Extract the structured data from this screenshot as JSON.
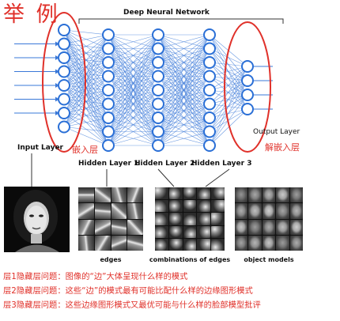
{
  "title": "举 例",
  "network": {
    "title": "Deep Neural Network",
    "input_label": "Input Layer",
    "output_label": "Output Layer",
    "hidden_labels": [
      "Hidden Layer 1",
      "Hidden Layer 2",
      "Hidden Layer 3"
    ],
    "embed_label": "嵌入层",
    "unembed_label": "解嵌入层"
  },
  "captions": {
    "edges": "edges",
    "combinations": "combinations of edges",
    "objects": "object models"
  },
  "notes": [
    "层1隐藏层问题：图像的“边”大体呈现什么样的模式",
    "层2隐藏层问题：这些“边”的模式最有可能比配什么样的边缘图形模式",
    "层3隐藏层问题：这些边缘图形模式又最优可能与什么样的脸部模型批评"
  ],
  "colors": {
    "accent": "#e0312a",
    "node": "#2a6fd6",
    "edge": "#3a78d8"
  }
}
